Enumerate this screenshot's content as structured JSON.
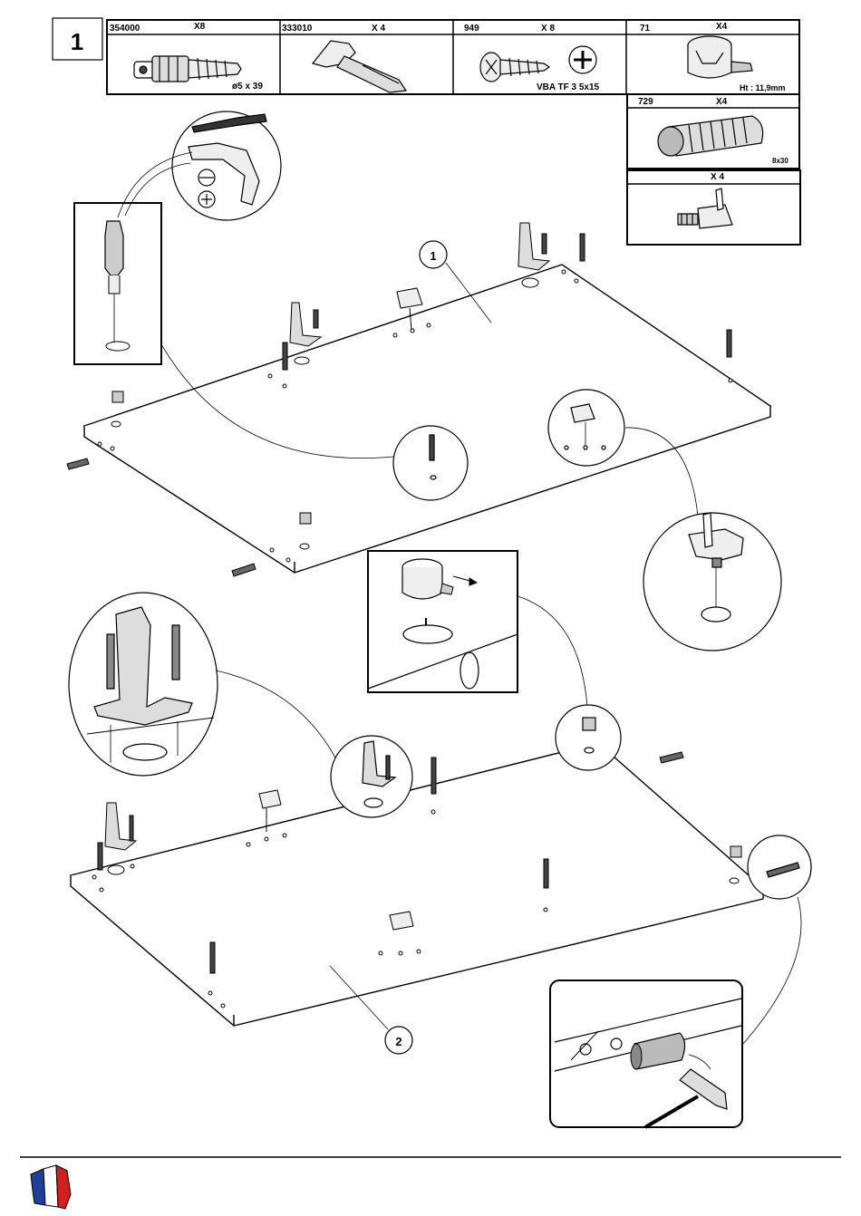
{
  "step": {
    "number": "1"
  },
  "parts": [
    {
      "code": "354000",
      "qty": "X8",
      "spec": "ø5 x 39"
    },
    {
      "code": "333010",
      "qty": "X   4",
      "spec": ""
    },
    {
      "code": "949",
      "qty": "X   8",
      "spec": "VBA TF 3 5x15"
    },
    {
      "code": "71",
      "qty": "X4",
      "spec": "Ht : 11,9mm"
    },
    {
      "code": "729",
      "qty": "X4",
      "spec": "8x30"
    },
    {
      "code": "",
      "qty": "X   4",
      "spec": ""
    }
  ],
  "callouts": [
    {
      "label": "1"
    },
    {
      "label": "2"
    }
  ],
  "footer": {
    "flag_colors": [
      "#1f3f9a",
      "#ffffff",
      "#d21f1f"
    ]
  }
}
